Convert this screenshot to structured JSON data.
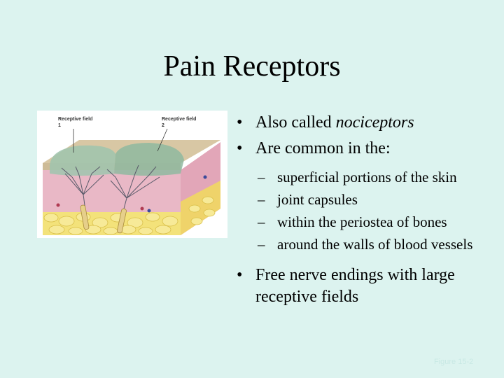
{
  "slide": {
    "title": "Pain Receptors",
    "bullets": [
      {
        "prefix": "Also called ",
        "emphasis": "nociceptors"
      },
      {
        "text": "Are common in the:"
      }
    ],
    "subbullets": [
      "superficial portions of the skin",
      "joint capsules",
      "within the periostea of bones",
      "around the walls of blood vessels"
    ],
    "final_bullet": "Free nerve endings with large receptive fields",
    "bullet_glyph": "•",
    "dash_glyph": "–",
    "footer": "Figure 15-2"
  },
  "figure": {
    "label_1": "Receptive field 1",
    "label_2": "Receptive field 2"
  },
  "colors": {
    "background": "#dcf3ef",
    "field": "#9fc4ae",
    "dermis": "#e9b8c6",
    "fat": "#f3e27a"
  }
}
